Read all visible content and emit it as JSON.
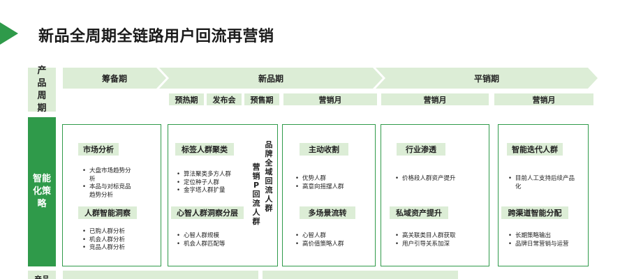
{
  "title": "新品全周期全链路用户回流再营销",
  "colors": {
    "accent": "#2f9a4a",
    "light": "#dcedd6"
  },
  "row_labels": {
    "product_cycle": "产品周期",
    "smart_strategy": "智能化策略",
    "bottom": "产品"
  },
  "phases": {
    "prep": "筹备期",
    "launch": "新品期",
    "steady": "平销期"
  },
  "subphases": {
    "preheat": "预热期",
    "release": "发布会",
    "presale": "预售期",
    "marketing1": "营销月",
    "marketing2": "营销月",
    "marketing3": "营销月"
  },
  "columns": {
    "c1": {
      "tag1": "市场分析",
      "list1": [
        "大盘市场趋势分析",
        "本品与对标竞品趋势分析"
      ],
      "tag2": "人群智能洞察",
      "list2": [
        "已购人群分析",
        "机会人群分析",
        "竞品人群分析"
      ]
    },
    "c2": {
      "tag1": "标签人群聚类",
      "list1": [
        "算法聚类多方人群",
        "定位种子人群",
        "金字塔人群扩量"
      ],
      "tag2": "心智人群洞察分层",
      "list2": [
        "心智人群规模",
        "机会人群匹配等"
      ],
      "vtext1": "品牌全域回流人群",
      "vtext2": "营销P回流人群"
    },
    "c3": {
      "tag1": "主动收割",
      "list1": [
        "优势人群",
        "高意向摇摆人群"
      ],
      "tag2": "多场景流转",
      "list2": [
        "心智人群",
        "高价值策略人群"
      ]
    },
    "c4": {
      "tag1": "行业渗透",
      "list1": [
        "价格段人群资产提升"
      ],
      "tag2": "私域资产提升",
      "list2": [
        "高关联类目人群获取",
        "用户引导关系加深"
      ]
    },
    "c5": {
      "tag1": "智能迭代人群",
      "list1": [
        "目前人工支持后续产品化"
      ],
      "tag2": "跨渠道智能分配",
      "list2": [
        "长期策略输出",
        "品牌日常营销与运营"
      ]
    }
  }
}
